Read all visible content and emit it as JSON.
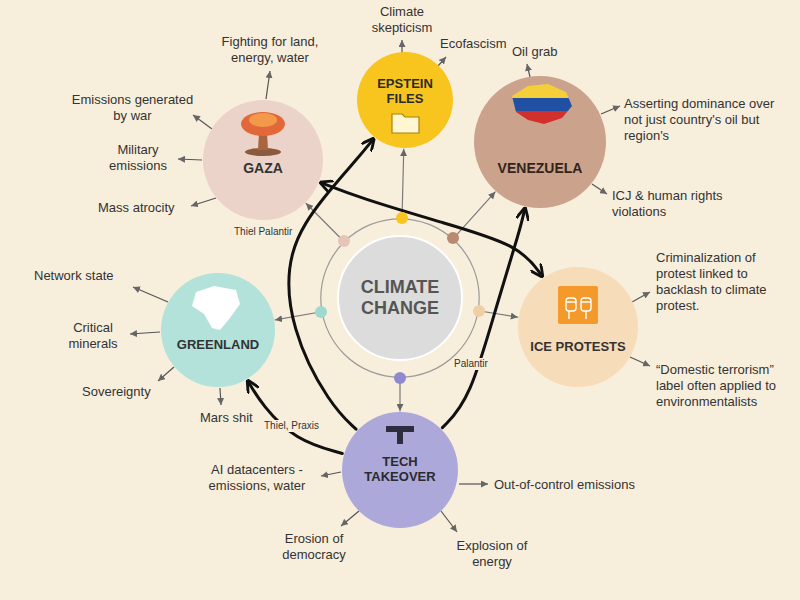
{
  "diagram": {
    "nodes": [
      {
        "text": [
          "EPSTEIN FILES"
        ]
      },
      {
        "text": [
          "GAZA"
        ]
      },
      {
        "text": [
          "VENEZUELA"
        ]
      },
      {
        "text": [
          "CLIMATE CHANGE"
        ]
      },
      {
        "text": [
          "GREENLAND"
        ]
      },
      {
        "text": [
          "ICE PROTESTS"
        ]
      },
      {
        "text": [
          "TECH TAKEOVER"
        ]
      }
    ],
    "edges": [
      {
        "from": 3,
        "to": 0,
        "arrow": "to"
      },
      {
        "from": 3,
        "to": 1,
        "arrow": "to"
      },
      {
        "from": 3,
        "to": 2,
        "arrow": "to"
      },
      {
        "from": 3,
        "to": 4,
        "arrow": "to"
      },
      {
        "from": 3,
        "to": 5,
        "arrow": "to"
      },
      {
        "from": 3,
        "to": 6,
        "arrow": "to"
      },
      {
        "from": 6,
        "to": 0,
        "label": "Thiel Palantir",
        "arrow": "to"
      },
      {
        "from": 6,
        "to": 4,
        "label": "Thiel, Praxis",
        "arrow": "to"
      },
      {
        "from": 6,
        "to": 2,
        "label": "Palantir",
        "arrow": "to"
      },
      {
        "from": 1,
        "to": 5,
        "arrow": "both"
      }
    ],
    "labels": [
      "Climate skepticism",
      "Ecofascism",
      "Oil grab",
      "Asserting dominance over not just country's oil but region's",
      "ICJ & human rights violations",
      "Fighting for land, energy, water",
      "Emissions generated by war",
      "Military emissions",
      "Mass atrocity",
      "Network state",
      "Critical minerals",
      "Sovereignty",
      "Mars shit",
      "Criminalization of protest linked to backlash to climate protest.",
      "“Domestic terrorism” label often applied to environmentalists",
      "AI datacenters - emissions, water",
      "Out-of-control emissions",
      "Erosion of democracy",
      "Explosion of energy"
    ]
  }
}
